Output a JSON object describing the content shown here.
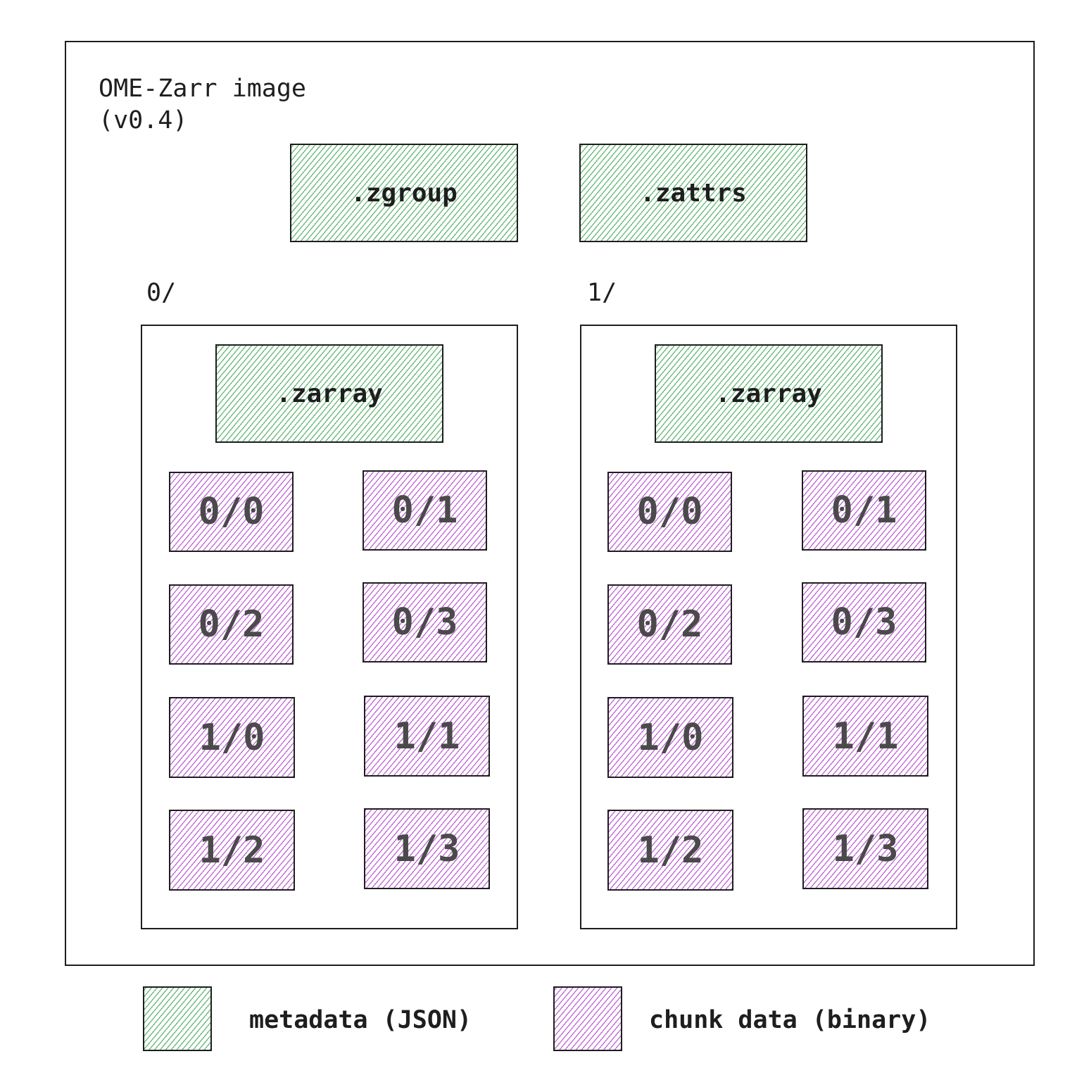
{
  "title": "OME-Zarr image\n(v0.4)",
  "root_files": [
    ".zgroup",
    ".zattrs"
  ],
  "arrays": [
    {
      "label": "0/",
      "metadata_file": ".zarray",
      "chunks": [
        "0/0",
        "0/1",
        "0/2",
        "0/3",
        "1/0",
        "1/1",
        "1/2",
        "1/3"
      ]
    },
    {
      "label": "1/",
      "metadata_file": ".zarray",
      "chunks": [
        "0/0",
        "0/1",
        "0/2",
        "0/3",
        "1/0",
        "1/1",
        "1/2",
        "1/3"
      ]
    }
  ],
  "legend": [
    {
      "label": "metadata (JSON)",
      "color": "#2f9e44"
    },
    {
      "label": "chunk data (binary)",
      "color": "#ae3ec9"
    }
  ]
}
